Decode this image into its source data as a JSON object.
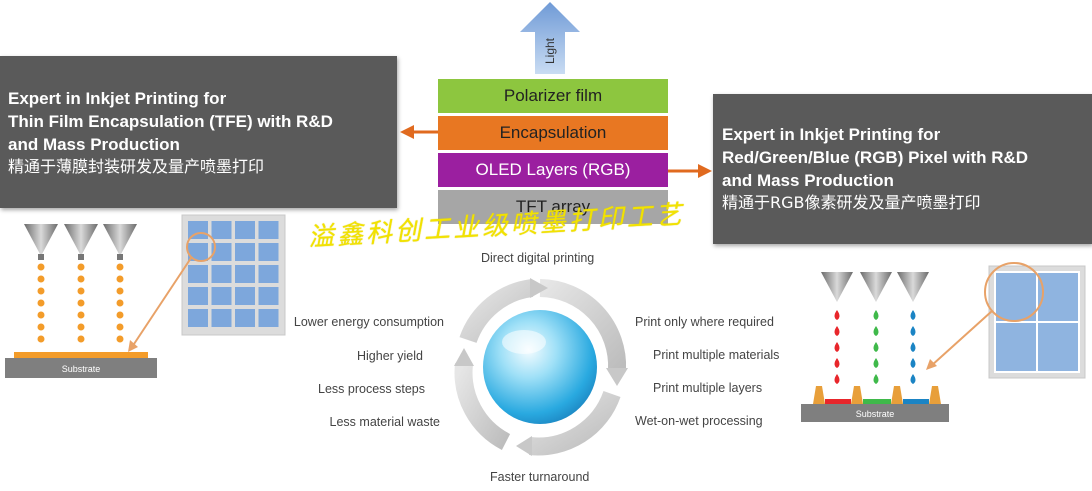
{
  "light_arrow": {
    "label": "Light",
    "color": "#7fa8d8"
  },
  "left_box": {
    "title_lines": [
      "Expert in Inkjet Printing for",
      "Thin Film Encapsulation (TFE) with R&D",
      "and Mass Production"
    ],
    "chinese": "精通于薄膜封装研发及量产喷墨打印"
  },
  "right_box": {
    "title_lines": [
      "Expert in Inkjet Printing for",
      "Red/Green/Blue (RGB) Pixel with R&D",
      "and Mass Production"
    ],
    "chinese": "精通于RGB像素研发及量产喷墨打印"
  },
  "layers": [
    {
      "label": "Polarizer film",
      "color": "#8dc63f"
    },
    {
      "label": "Encapsulation",
      "color": "#e87722"
    },
    {
      "label": "OLED Layers (RGB)",
      "color": "#9b1fa0"
    },
    {
      "label": "TFT array",
      "color": "#a6a6a6"
    }
  ],
  "watermark": "溢鑫科创工业级喷墨打印工艺",
  "left_illustration": {
    "substrate_label": "Substrate",
    "drop_color": "#f39c2a"
  },
  "right_illustration": {
    "substrate_label": "Substrate",
    "drop_colors": [
      "#e8262b",
      "#3fb94a",
      "#1b84c4"
    ]
  },
  "cycle": {
    "top": "Direct digital printing",
    "bottom": "Faster turnaround",
    "left": [
      "Lower energy consumption",
      "Higher yield",
      "Less process steps",
      "Less material waste"
    ],
    "right": [
      "Print only where required",
      "Print multiple materials",
      "Print multiple layers",
      "Wet-on-wet processing"
    ]
  },
  "accent_arrow_color": "#e06a1f"
}
